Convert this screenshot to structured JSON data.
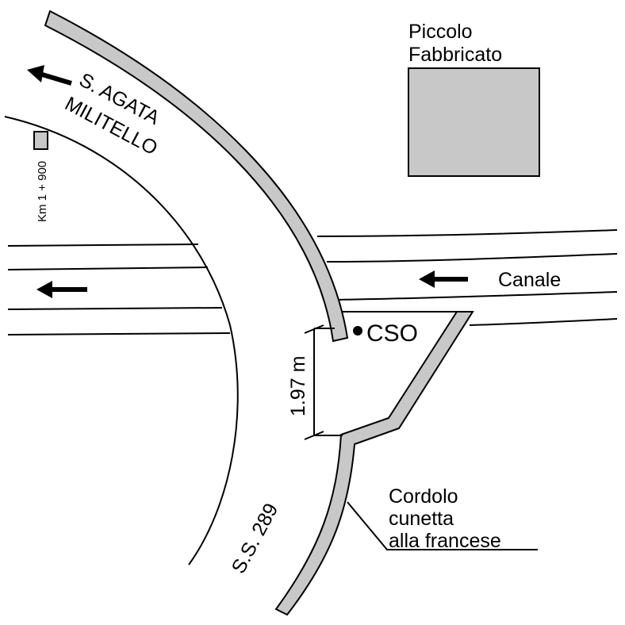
{
  "labels": {
    "building": [
      "Piccolo",
      "Fabbricato"
    ],
    "direction": [
      "S. AGATA",
      "MILITELLO"
    ],
    "kilometer_marker": "Km 1 + 900",
    "canal": "Canale",
    "cso": "CSO",
    "distance": "1.97 m",
    "road": "S.S. 289",
    "curb": [
      "Cordolo",
      "cunetta",
      "alla francese"
    ]
  },
  "colors": {
    "fill": "#c8c8c8",
    "line": "#000000"
  }
}
